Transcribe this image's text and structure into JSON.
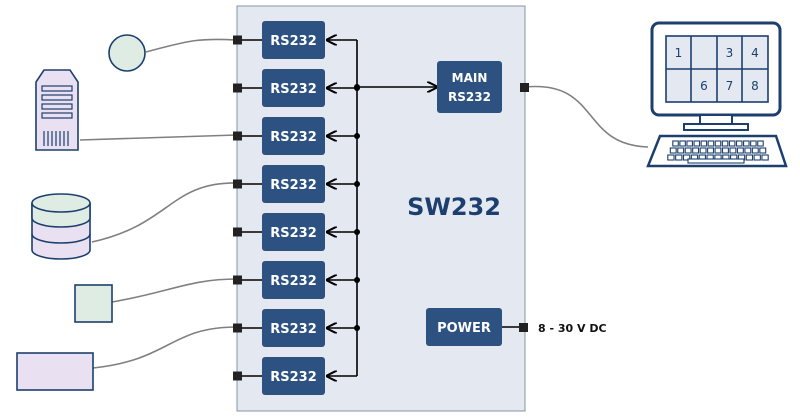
{
  "device": {
    "title": "SW232"
  },
  "ports": [
    {
      "label": "RS232"
    },
    {
      "label": "RS232"
    },
    {
      "label": "RS232"
    },
    {
      "label": "RS232"
    },
    {
      "label": "RS232"
    },
    {
      "label": "RS232"
    },
    {
      "label": "RS232"
    },
    {
      "label": "RS232"
    }
  ],
  "main_port": {
    "line1": "MAIN",
    "line2": "RS232"
  },
  "power": {
    "label": "POWER",
    "voltage": "8 - 30 V DC"
  },
  "monitor_grid": {
    "cells": [
      "1",
      "",
      "3",
      "4",
      "",
      "6",
      "7",
      "8"
    ]
  },
  "colors": {
    "panel": "#e3e8f1",
    "port": "#2d5282",
    "outline": "#1d3f6e",
    "line": "#808080"
  }
}
